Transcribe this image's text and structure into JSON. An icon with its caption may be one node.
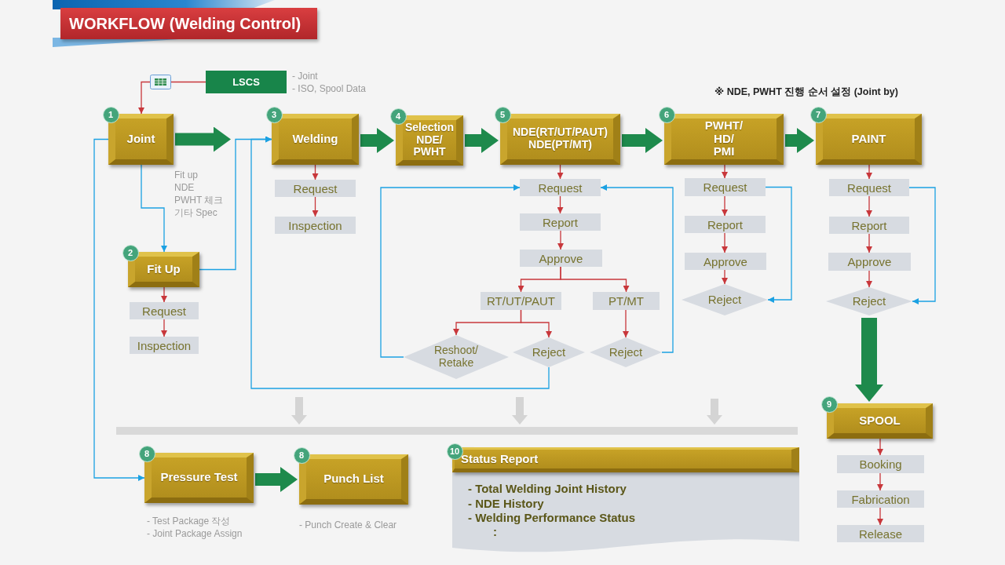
{
  "diagram": {
    "title": "WORKFLOW (Welding Control)",
    "nodes": [
      {
        "text": [],
        "shape": "picture"
      },
      {
        "text": [
          "LSCS"
        ],
        "beside": [
          "- Joint",
          "- ISO, Spool Data"
        ]
      },
      {
        "text": [
          "1",
          "Joint"
        ],
        "beside": [
          "Fit up",
          "NDE",
          "PWHT 체크",
          "기타 Spec"
        ]
      },
      {
        "text": [
          "2",
          "Fit Up"
        ]
      },
      {
        "text": [
          "Request"
        ]
      },
      {
        "text": [
          "Inspection"
        ]
      },
      {
        "text": [
          "3",
          "Welding"
        ]
      },
      {
        "text": [
          "Request"
        ]
      },
      {
        "text": [
          "Inspection"
        ]
      },
      {
        "text": [
          "4",
          "Selection NDE/ PWHT"
        ]
      },
      {
        "text": [
          "5",
          "NDE(RT/UT/PAUT) NDE(PT/MT)"
        ]
      },
      {
        "text": [
          "Request"
        ]
      },
      {
        "text": [
          "Report"
        ]
      },
      {
        "text": [
          "Approve"
        ]
      },
      {
        "text": [
          "RT/UT/PAUT"
        ]
      },
      {
        "text": [
          "PT/MT"
        ]
      },
      {
        "text": [
          "Reshoot/ Retake"
        ]
      },
      {
        "text": [
          "Reject"
        ]
      },
      {
        "text": [
          "Reject"
        ]
      },
      {
        "text": [
          "6",
          "PWHT/ HD/ PMI"
        ]
      },
      {
        "text": [
          "Request"
        ]
      },
      {
        "text": [
          "Report"
        ]
      },
      {
        "text": [
          "Approve"
        ]
      },
      {
        "text": [
          "Reject"
        ]
      },
      {
        "text": [
          "7",
          "PAINT"
        ]
      },
      {
        "text": [
          "Request"
        ]
      },
      {
        "text": [
          "Report"
        ]
      },
      {
        "text": [
          "Approve"
        ]
      },
      {
        "text": [
          "Reject"
        ]
      },
      {
        "text": [],
        "shape": "bar"
      },
      {
        "text": [
          "8",
          "Pressure Test"
        ],
        "beside": [
          "- Test Package 작성",
          "- Joint Package Assign"
        ]
      },
      {
        "text": [
          "8",
          "Punch List"
        ],
        "beside": [
          "- Punch Create & Clear"
        ]
      },
      {
        "text": [
          "10",
          "Status Report",
          "- Total Welding Joint History",
          "- NDE History",
          "- Welding Performance Status",
          ":"
        ]
      },
      {
        "text": [
          "9",
          "SPOOL"
        ]
      },
      {
        "text": [
          "Booking"
        ]
      },
      {
        "text": [
          "Fabrication"
        ]
      },
      {
        "text": [
          "Release"
        ]
      }
    ],
    "edges": [
      {
        "from": 1,
        "to": 0,
        "arrow": "none"
      },
      {
        "from": 0,
        "to": 2,
        "arrow": "to"
      },
      {
        "from": 2,
        "to": 6,
        "arrow": "to",
        "style": "thick",
        "color": "#1e8a4c"
      },
      {
        "from": 6,
        "to": 9,
        "arrow": "to",
        "style": "thick",
        "color": "#1e8a4c"
      },
      {
        "from": 9,
        "to": 10,
        "arrow": "to",
        "style": "thick",
        "color": "#1e8a4c"
      },
      {
        "from": 10,
        "to": 19,
        "arrow": "to",
        "style": "thick",
        "color": "#1e8a4c"
      },
      {
        "from": 19,
        "to": 24,
        "arrow": "to",
        "style": "thick",
        "color": "#1e8a4c"
      },
      {
        "from": 28,
        "to": 33,
        "arrow": "to",
        "style": "thick",
        "color": "#1e8a4c"
      },
      {
        "from": 30,
        "to": 31,
        "arrow": "to",
        "style": "thick",
        "color": "#1e8a4c"
      },
      {
        "from": 2,
        "to": 3,
        "arrow": "to",
        "color": "#1ba1e2"
      },
      {
        "from": 3,
        "to": 6,
        "arrow": "to",
        "color": "#1ba1e2"
      },
      {
        "from": 2,
        "to": 30,
        "arrow": "to",
        "color": "#1ba1e2"
      },
      {
        "from": 3,
        "to": 4,
        "arrow": "to"
      },
      {
        "from": 4,
        "to": 5,
        "arrow": "to"
      },
      {
        "from": 6,
        "to": 7,
        "arrow": "to"
      },
      {
        "from": 7,
        "to": 8,
        "arrow": "to"
      },
      {
        "from": 10,
        "to": 11,
        "arrow": "to"
      },
      {
        "from": 11,
        "to": 12,
        "arrow": "to"
      },
      {
        "from": 12,
        "to": 13,
        "arrow": "to"
      },
      {
        "from": 13,
        "to": 14,
        "arrow": "to"
      },
      {
        "from": 13,
        "to": 15,
        "arrow": "to"
      },
      {
        "from": 14,
        "to": 16,
        "arrow": "to"
      },
      {
        "from": 14,
        "to": 17,
        "arrow": "to"
      },
      {
        "from": 15,
        "to": 18,
        "arrow": "to"
      },
      {
        "from": 16,
        "to": 11,
        "arrow": "to",
        "color": "#1ba1e2"
      },
      {
        "from": 17,
        "to": 6,
        "arrow": "to",
        "color": "#1ba1e2"
      },
      {
        "from": 18,
        "to": 11,
        "arrow": "to",
        "color": "#1ba1e2"
      },
      {
        "from": 19,
        "to": 20,
        "arrow": "to"
      },
      {
        "from": 20,
        "to": 21,
        "arrow": "to"
      },
      {
        "from": 21,
        "to": 22,
        "arrow": "to"
      },
      {
        "from": 22,
        "to": 23,
        "arrow": "to"
      },
      {
        "from": 20,
        "to": 23,
        "arrow": "to",
        "color": "#1ba1e2"
      },
      {
        "from": 24,
        "to": 25,
        "arrow": "to"
      },
      {
        "from": 25,
        "to": 26,
        "arrow": "to"
      },
      {
        "from": 26,
        "to": 27,
        "arrow": "to"
      },
      {
        "from": 27,
        "to": 28,
        "arrow": "to"
      },
      {
        "from": 25,
        "to": 28,
        "arrow": "to",
        "color": "#1ba1e2"
      },
      {
        "from": null,
        "to": 29,
        "arrow": "to",
        "style": "thick",
        "color": "#d4d4d4"
      },
      {
        "from": null,
        "to": 29,
        "arrow": "to",
        "style": "thick",
        "color": "#d4d4d4"
      },
      {
        "from": null,
        "to": 29,
        "arrow": "to",
        "style": "thick",
        "color": "#d4d4d4"
      },
      {
        "from": 33,
        "to": 34,
        "arrow": "to"
      },
      {
        "from": 34,
        "to": 35,
        "arrow": "to"
      },
      {
        "from": 35,
        "to": 36,
        "arrow": "to"
      }
    ],
    "labels": [
      "※ NDE, PWHT 진행 순서 설정 (Joint by)"
    ]
  }
}
